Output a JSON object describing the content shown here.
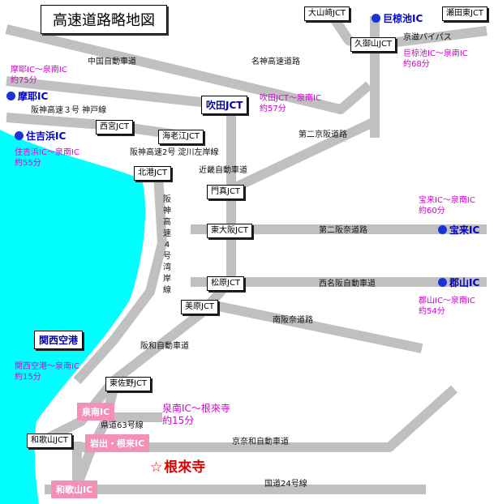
{
  "title": "高速道路略地図",
  "colors": {
    "sea": "#00ffff",
    "road": "#c0c0c0",
    "ic_dot": "#1a33d6",
    "travel_time": "#d400d4",
    "pink_ic": "#f48fb8",
    "destination": "#e00000"
  },
  "junctions": {
    "ooyamazaki": "大山崎JCT",
    "setajigashi": "瀬田東JCT",
    "kumiyama": "久御山JCT",
    "suita": "吹田JCT",
    "nishinomiya": "西宮JCT",
    "ebie": "海老江JCT",
    "kitako": "北港JCT",
    "kadoma": "門真JCT",
    "higashiosaka": "東大阪JCT",
    "matsubara": "松原JCT",
    "mihara": "美原JCT",
    "higashisano": "東佐野JCT",
    "wakayama": "和歌山JCT"
  },
  "interchanges": {
    "kyoto_ic": "巨椋池IC",
    "maya_ic": "摩耶IC",
    "sumiyoshihama_ic": "住吉浜IC",
    "horai_ic": "宝来IC",
    "koriyama_ic": "郡山IC",
    "kansai_airport": "関西空港"
  },
  "roads": {
    "chugoku": "中国自動車道",
    "meishin": "名神高速道路",
    "keiji_bypass": "京滋バイパス",
    "hanshin3": "阪神高速３号 神戸線",
    "daini_keihan": "第二京阪道路",
    "hanshin2": "阪神高速2号 淀川左岸線",
    "kinki": "近畿自動車道",
    "hanshin4": "阪神高速4号湾岸線",
    "daini_hanna": "第二阪奈道路",
    "nishimeihan": "西名阪自動車道",
    "minami_hanna": "南阪奈道路",
    "hanwa": "阪和自動車道",
    "kendo63": "県道63号線",
    "keina": "京奈和自動車道",
    "kokudo24": "国道24号線"
  },
  "travel_times": {
    "maya": [
      "摩耶IC～泉南IC",
      "約75分"
    ],
    "suita": [
      "吹田JCT～泉南IC",
      "約57分"
    ],
    "sumiyoshihama": [
      "住吉浜IC～泉南IC",
      "約55分"
    ],
    "kyoto": [
      "巨椋池IC～泉南IC",
      "約68分"
    ],
    "horai": [
      "宝来IC～泉南IC",
      "約60分"
    ],
    "koriyama": [
      "郡山IC～泉南IC",
      "約54分"
    ],
    "kansai": [
      "関西空港～泉南IC",
      "約15分"
    ],
    "sennan_negoroji": [
      "泉南IC～根來寺",
      "約15分"
    ]
  },
  "pink_ics": {
    "sennan": "泉南IC",
    "iwade": "岩出・根来IC",
    "wakayama": "和歌山IC"
  },
  "destination": {
    "star": "☆",
    "name": "根來寺"
  }
}
